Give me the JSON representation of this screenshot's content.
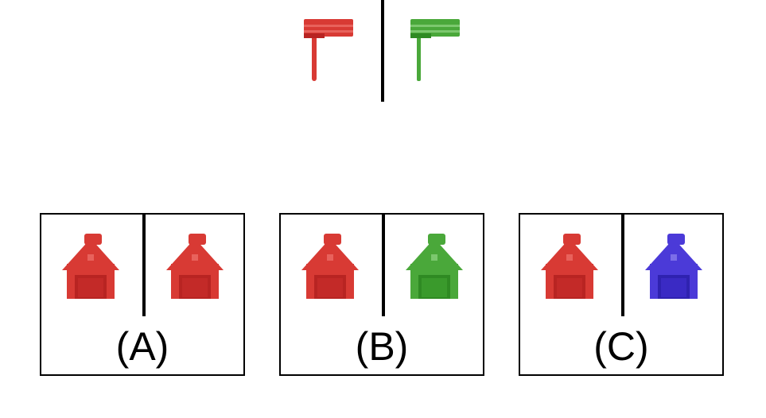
{
  "colors": {
    "red": "#d83a34",
    "red_dark": "#b82422",
    "green": "#4aa83a",
    "green_dark": "#2f8a23",
    "blue": "#4b3ad8",
    "blue_dark": "#2f22b0"
  },
  "prompt": {
    "left_flag": {
      "icon": "flag-icon",
      "color": "red"
    },
    "right_flag": {
      "icon": "flag-icon",
      "color": "green"
    }
  },
  "options": [
    {
      "label": "(A)",
      "left_house": {
        "icon": "barn-icon",
        "color": "red"
      },
      "right_house": {
        "icon": "barn-icon",
        "color": "red"
      }
    },
    {
      "label": "(B)",
      "left_house": {
        "icon": "barn-icon",
        "color": "red"
      },
      "right_house": {
        "icon": "barn-icon",
        "color": "green"
      }
    },
    {
      "label": "(C)",
      "left_house": {
        "icon": "barn-icon",
        "color": "red"
      },
      "right_house": {
        "icon": "barn-icon",
        "color": "blue"
      }
    }
  ]
}
